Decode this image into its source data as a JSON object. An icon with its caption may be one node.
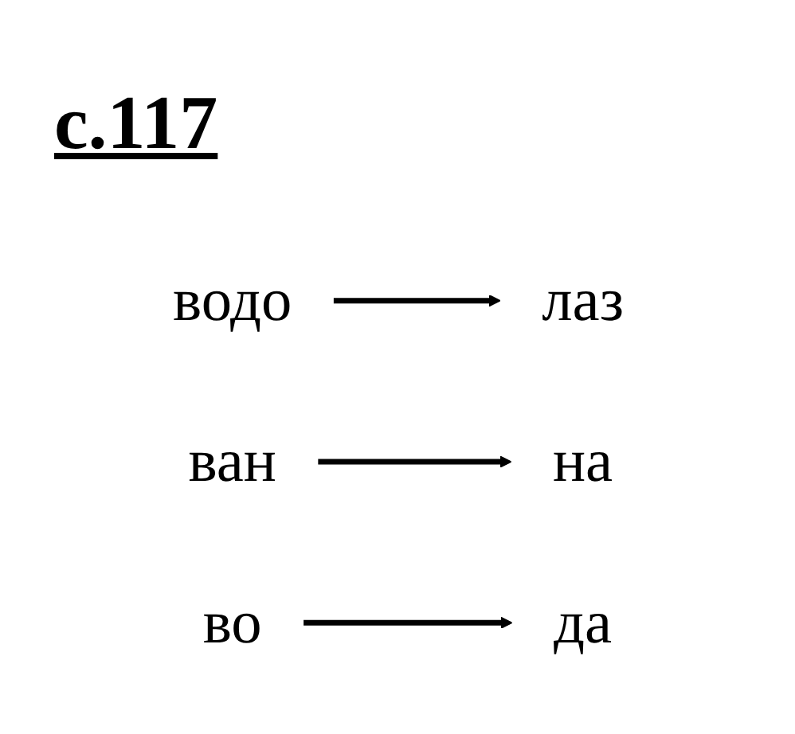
{
  "diagram": {
    "title": "с.117",
    "nodes": [
      {
        "text": [
          "водо"
        ]
      },
      {
        "text": [
          "да"
        ]
      },
      {
        "text": [
          "ван"
        ]
      },
      {
        "text": [
          "лаз"
        ]
      },
      {
        "text": [
          "во"
        ]
      },
      {
        "text": [
          "на"
        ]
      }
    ],
    "edges": [
      {
        "from": 0,
        "to": 3,
        "arrow": "to"
      },
      {
        "from": 2,
        "to": 5,
        "arrow": "to"
      },
      {
        "from": 4,
        "to": 1,
        "arrow": "to"
      }
    ]
  }
}
